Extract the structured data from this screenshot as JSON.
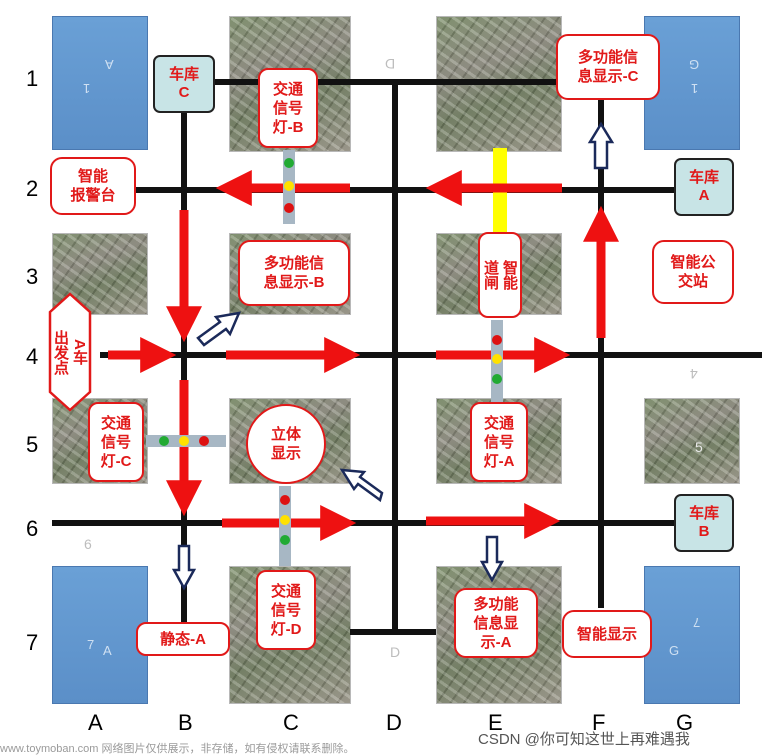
{
  "axes": {
    "columns": [
      "A",
      "B",
      "C",
      "D",
      "E",
      "F",
      "G"
    ],
    "rows": [
      "1",
      "2",
      "3",
      "4",
      "5",
      "6",
      "7"
    ]
  },
  "faint_labels": {
    "d_top": "D",
    "d_bottom": "D",
    "row6_left": "6",
    "row4_right": "4",
    "a_top_left": "A",
    "one_top_left": "1",
    "g_top_right": "G",
    "one_top_right": "1",
    "seven_bottom_left": "7",
    "a_bottom_left": "A",
    "seven_bottom_right": "7",
    "g_bottom_right": "G",
    "five_right": "5"
  },
  "garages": {
    "c": "车库\nC",
    "a": "车库\nA",
    "b": "车库\nB"
  },
  "badges": {
    "light_b": "交通\n信号\n灯-B",
    "display_c": "多功能信\n息显示-C",
    "alarm": "智能\n报警台",
    "display_b": "多功能信\n息显示-B",
    "gate": "智能\n道闸",
    "bus": "智能公\n交站",
    "start": "A车\n出发点",
    "light_c": "交通\n信号\n灯-C",
    "stereo": "立体\n显示",
    "light_a": "交通\n信号\n灯-A",
    "light_d": "交通\n信号\n灯-D",
    "static_a": "静态-A",
    "display_a": "多功能\n信息显\n示-A",
    "smart_display": "智能显示"
  },
  "colors": {
    "road": "#111111",
    "route": "#ee1111",
    "badge_border": "#e11919",
    "garage_fill": "#c8e4e6",
    "water": "#5b8fc8",
    "gate_bar": "#ffff00"
  },
  "footer": {
    "watermark": "www.toymoban.com 网络图片仅供展示，非存储，如有侵权请联系删除。",
    "author": "CSDN @你可知这世上再难遇我"
  }
}
